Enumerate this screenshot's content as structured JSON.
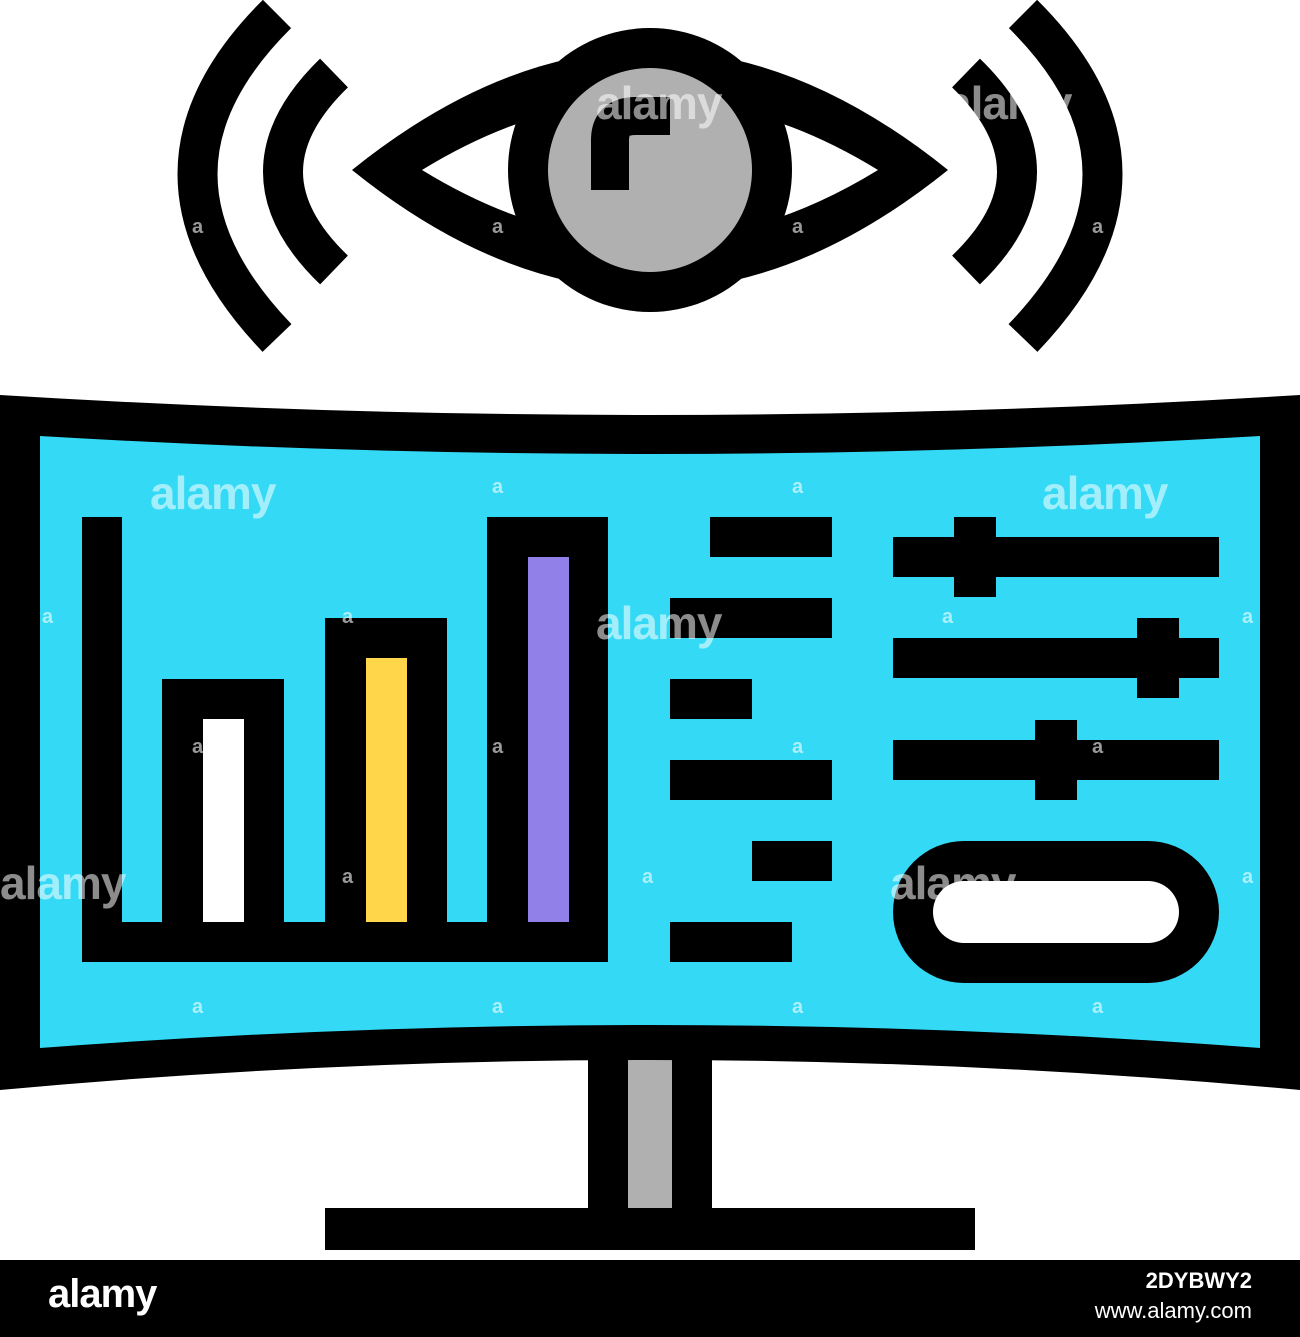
{
  "image": {
    "subject": "eye-monitor-dashboard-icon",
    "colors": {
      "outline": "#000000",
      "screen": "#33d9f5",
      "iris": "#b0b0b0",
      "bar_1": "#ffffff",
      "bar_2": "#ffd54a",
      "bar_3": "#9180e8",
      "stand": "#b0b0b0",
      "background": "#ffffff"
    }
  },
  "watermark": {
    "text": "alamy",
    "mark": "a"
  },
  "footer": {
    "logo": "alamy",
    "image_id": "2DYBWY2",
    "url": "www.alamy.com"
  }
}
